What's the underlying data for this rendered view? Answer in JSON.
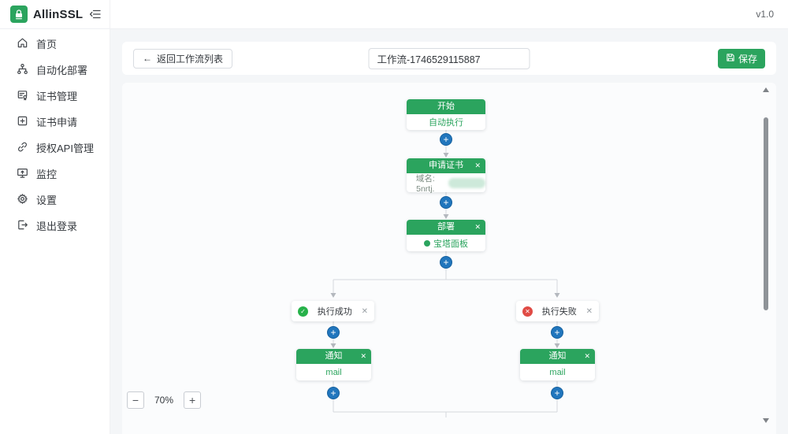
{
  "app": {
    "name": "AllinSSL",
    "version": "v1.0"
  },
  "sidebar": {
    "items": [
      {
        "id": "home",
        "label": "首页",
        "icon": "home-icon"
      },
      {
        "id": "auto-deploy",
        "label": "自动化部署",
        "icon": "workflow-icon"
      },
      {
        "id": "cert-manage",
        "label": "证书管理",
        "icon": "certificate-icon"
      },
      {
        "id": "cert-apply",
        "label": "证书申请",
        "icon": "plus-square-icon"
      },
      {
        "id": "api-auth",
        "label": "授权API管理",
        "icon": "link-icon"
      },
      {
        "id": "monitor",
        "label": "监控",
        "icon": "monitor-icon"
      },
      {
        "id": "settings",
        "label": "设置",
        "icon": "gear-icon"
      },
      {
        "id": "logout",
        "label": "退出登录",
        "icon": "logout-icon"
      }
    ]
  },
  "toolbar": {
    "back_arrow": "←",
    "back_label": "返回工作流列表",
    "workflow_name": "工作流-1746529115887",
    "save_label": "保存"
  },
  "workflow": {
    "nodes": {
      "start": {
        "title": "开始",
        "body": "自动执行"
      },
      "apply": {
        "title": "申请证书",
        "body_label": "域名: 5nrtj."
      },
      "deploy": {
        "title": "部署",
        "body": "宝塔面板"
      },
      "branch_success": {
        "label": "执行成功",
        "glyph": "✓"
      },
      "branch_fail": {
        "label": "执行失败",
        "glyph": "✕"
      },
      "notify_success": {
        "title": "通知",
        "body": "mail"
      },
      "notify_fail": {
        "title": "通知",
        "body": "mail"
      }
    },
    "zoom": {
      "zoom_out": "−",
      "level": "70%",
      "zoom_in": "+"
    },
    "close_glyph": "✕",
    "plus_glyph": "+"
  },
  "colors": {
    "brand_green": "#2BA45E",
    "accent_blue": "#2176BD",
    "success_green": "#27B24A",
    "error_red": "#E04B45",
    "page_bg": "#f4f6f8",
    "canvas_bg": "#fbfcfd"
  }
}
